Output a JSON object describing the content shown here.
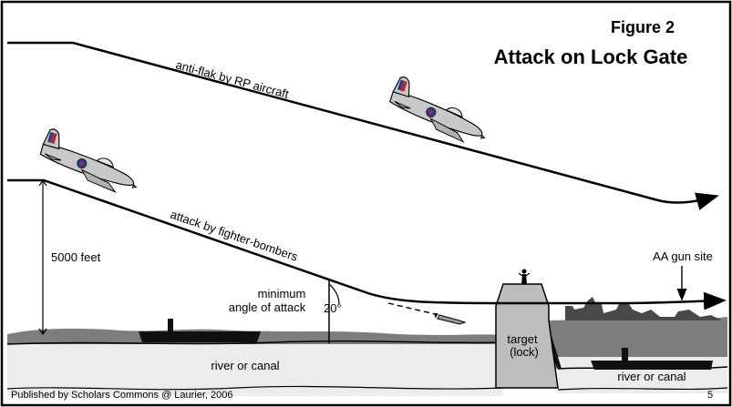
{
  "figure": {
    "number": "Figure 2",
    "title": "Attack on Lock Gate"
  },
  "labels": {
    "anti_flak": "anti-flak by RP aircraft",
    "fighter_bombers": "attack by fighter-bombers",
    "altitude": "5000 feet",
    "min_angle_line1": "minimum",
    "min_angle_line2": "angle of attack",
    "angle": "20°",
    "aa_gun_site": "AA gun site",
    "target_line1": "target",
    "target_line2": "(lock)",
    "river_left": "river or canal",
    "river_right": "river or canal"
  },
  "footer": {
    "publisher": "Published by Scholars Commons @ Laurier, 2006",
    "page_number": "5"
  },
  "colors": {
    "ground": "#7d7d7d",
    "water": "#ececec",
    "gun_site": "#4a4a4a",
    "lock": "#bdbdbd",
    "aircraft": "#c8c8c8",
    "roundel_red": "#c0202a",
    "roundel_blue": "#2a3d8f"
  }
}
